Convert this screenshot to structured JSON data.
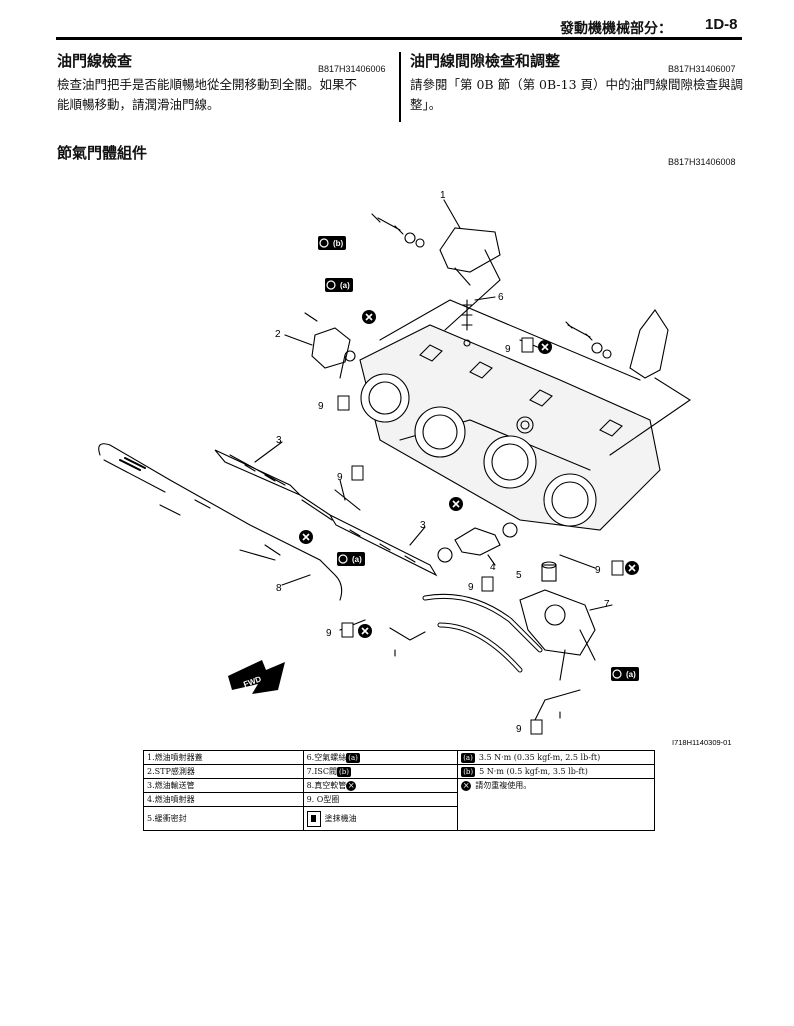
{
  "header": {
    "section": "發動機機械部分：",
    "page": "1D-8"
  },
  "left_section": {
    "title": "油門線檢查",
    "code": "B817H31406006",
    "lines": [
      "檢查油門把手是否能順暢地從全開移動到全關。如果不",
      "能順暢移動，請潤滑油門線。"
    ]
  },
  "right_section": {
    "title": "油門線間隙檢查和調整",
    "code": "B817H31406007",
    "lines": [
      "請參閱「第 0B 節（第 0B-13 頁）中的油門線間隙檢查與調",
      "整」。"
    ]
  },
  "throttle_section": {
    "title": "節氣門體組件",
    "code": "B817H31406008"
  },
  "diagram": {
    "callouts": [
      "1",
      "2",
      "3",
      "3",
      "4",
      "5",
      "6",
      "7",
      "8",
      "9",
      "9",
      "9",
      "9",
      "9",
      "9",
      "9"
    ],
    "torque_tags": [
      "(a)",
      "(b)"
    ],
    "fwd_label": "FWD",
    "figure_code": "I718H1140309-01"
  },
  "legend": {
    "col1": [
      "1.燃油噴射器蓋",
      "2.STP感測器",
      "3.燃油輸送管",
      "4.燃油噴射器",
      "5.緩衝密封"
    ],
    "col2": [
      "6.空氣螺絲",
      "7.ISC閥",
      "8.真空軟管",
      "9. O型圈",
      "塗抹機油"
    ],
    "col2_tags": [
      "(a)",
      "(b)"
    ],
    "col3": [
      "3.5 N·m (0.35 kgf-m, 2.5 lb-ft)",
      "5 N·m (0.5 kgf-m, 3.5 lb-ft)",
      "請勿重複使用。"
    ],
    "col3_tags": [
      "(a)",
      "(b)"
    ]
  }
}
